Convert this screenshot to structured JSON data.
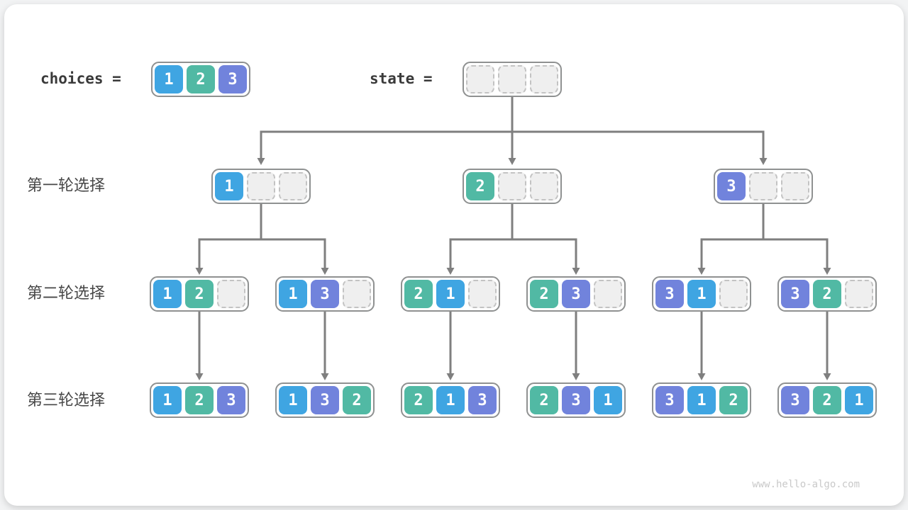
{
  "header": {
    "choices_label": "choices =",
    "state_label": "state =",
    "choices_values": [
      1,
      2,
      3
    ],
    "state_slots": [
      null,
      null,
      null
    ]
  },
  "tree": {
    "rows": [
      {
        "label": "第一轮选择",
        "nodes": [
          [
            1,
            null,
            null
          ],
          [
            2,
            null,
            null
          ],
          [
            3,
            null,
            null
          ]
        ]
      },
      {
        "label": "第二轮选择",
        "nodes": [
          [
            1,
            2,
            null
          ],
          [
            1,
            3,
            null
          ],
          [
            2,
            1,
            null
          ],
          [
            2,
            3,
            null
          ],
          [
            3,
            1,
            null
          ],
          [
            3,
            2,
            null
          ]
        ]
      },
      {
        "label": "第三轮选择",
        "nodes": [
          [
            1,
            2,
            3
          ],
          [
            1,
            3,
            2
          ],
          [
            2,
            1,
            3
          ],
          [
            2,
            3,
            1
          ],
          [
            3,
            1,
            2
          ],
          [
            3,
            2,
            1
          ]
        ]
      }
    ]
  },
  "colors": {
    "values": {
      "1": "#3fa5e2",
      "2": "#51b9a4",
      "3": "#7183dc"
    },
    "connector": "#7f7f7f",
    "node_border": "#8f9191",
    "empty_fill": "#efefef",
    "empty_border": "#c3c3c3"
  },
  "footer": {
    "text": "www.hello-algo.com"
  }
}
